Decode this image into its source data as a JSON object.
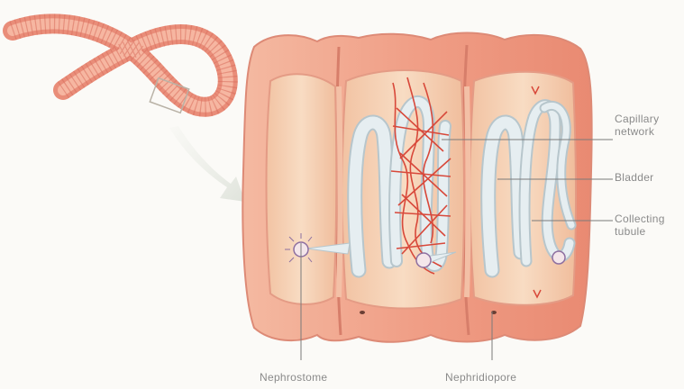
{
  "labels": {
    "capillary_line1": "Capillary",
    "capillary_line2": "network",
    "bladder": "Bladder",
    "collecting_line1": "Collecting",
    "collecting_line2": "tubule",
    "nephrostome": "Nephrostome",
    "nephridiopore": "Nephridiopore"
  },
  "colors": {
    "body_wall": "#f0a58c",
    "coelom_interior": "#f7d7bc",
    "tubule": "#e4ecef",
    "capillary": "#d8483a",
    "leader_line": "#7a7a7a",
    "label_text": "#8a8a8a"
  }
}
